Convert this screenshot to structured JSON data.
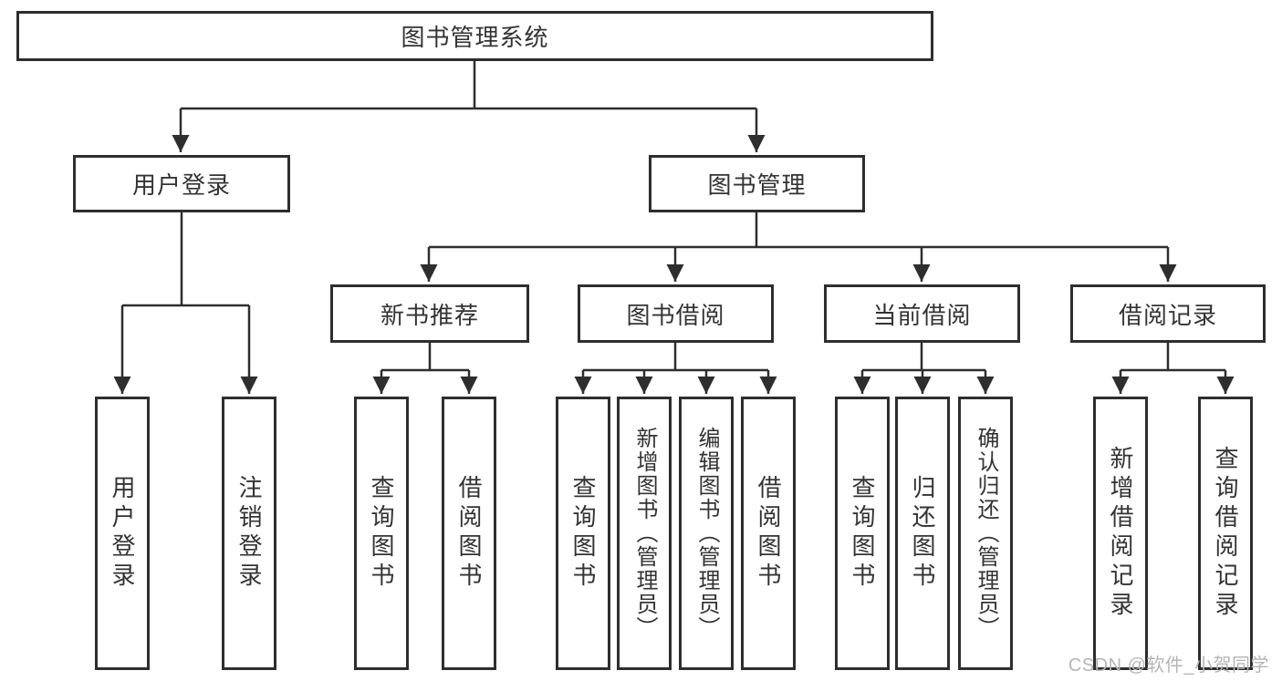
{
  "diagram": {
    "root_label": "图书管理系统",
    "level2": [
      {
        "label": "用户登录"
      },
      {
        "label": "图书管理"
      }
    ],
    "level3": [
      {
        "label": "新书推荐"
      },
      {
        "label": "图书借阅"
      },
      {
        "label": "当前借阅"
      },
      {
        "label": "借阅记录"
      }
    ],
    "leaves": {
      "user_login": [
        "用户登录",
        "注销登录"
      ],
      "new_book_recommend": [
        "查询图书",
        "借阅图书"
      ],
      "book_borrowing": [
        "查询图书",
        "新增图书（管理员）",
        "编辑图书（管理员）",
        "借阅图书"
      ],
      "current_borrowing": [
        "查询图书",
        "归还图书",
        "确认归还（管理员）"
      ],
      "borrowing_records": [
        "新增借阅记录",
        "查询借阅记录"
      ]
    }
  },
  "watermark": {
    "text": "CSDN @软件_小贺同学"
  },
  "colors": {
    "line": "#2e2e2e",
    "text": "#333333",
    "box_background": "#ffffff",
    "page_background": "#ffffff",
    "watermark": "#b5b5b5"
  }
}
